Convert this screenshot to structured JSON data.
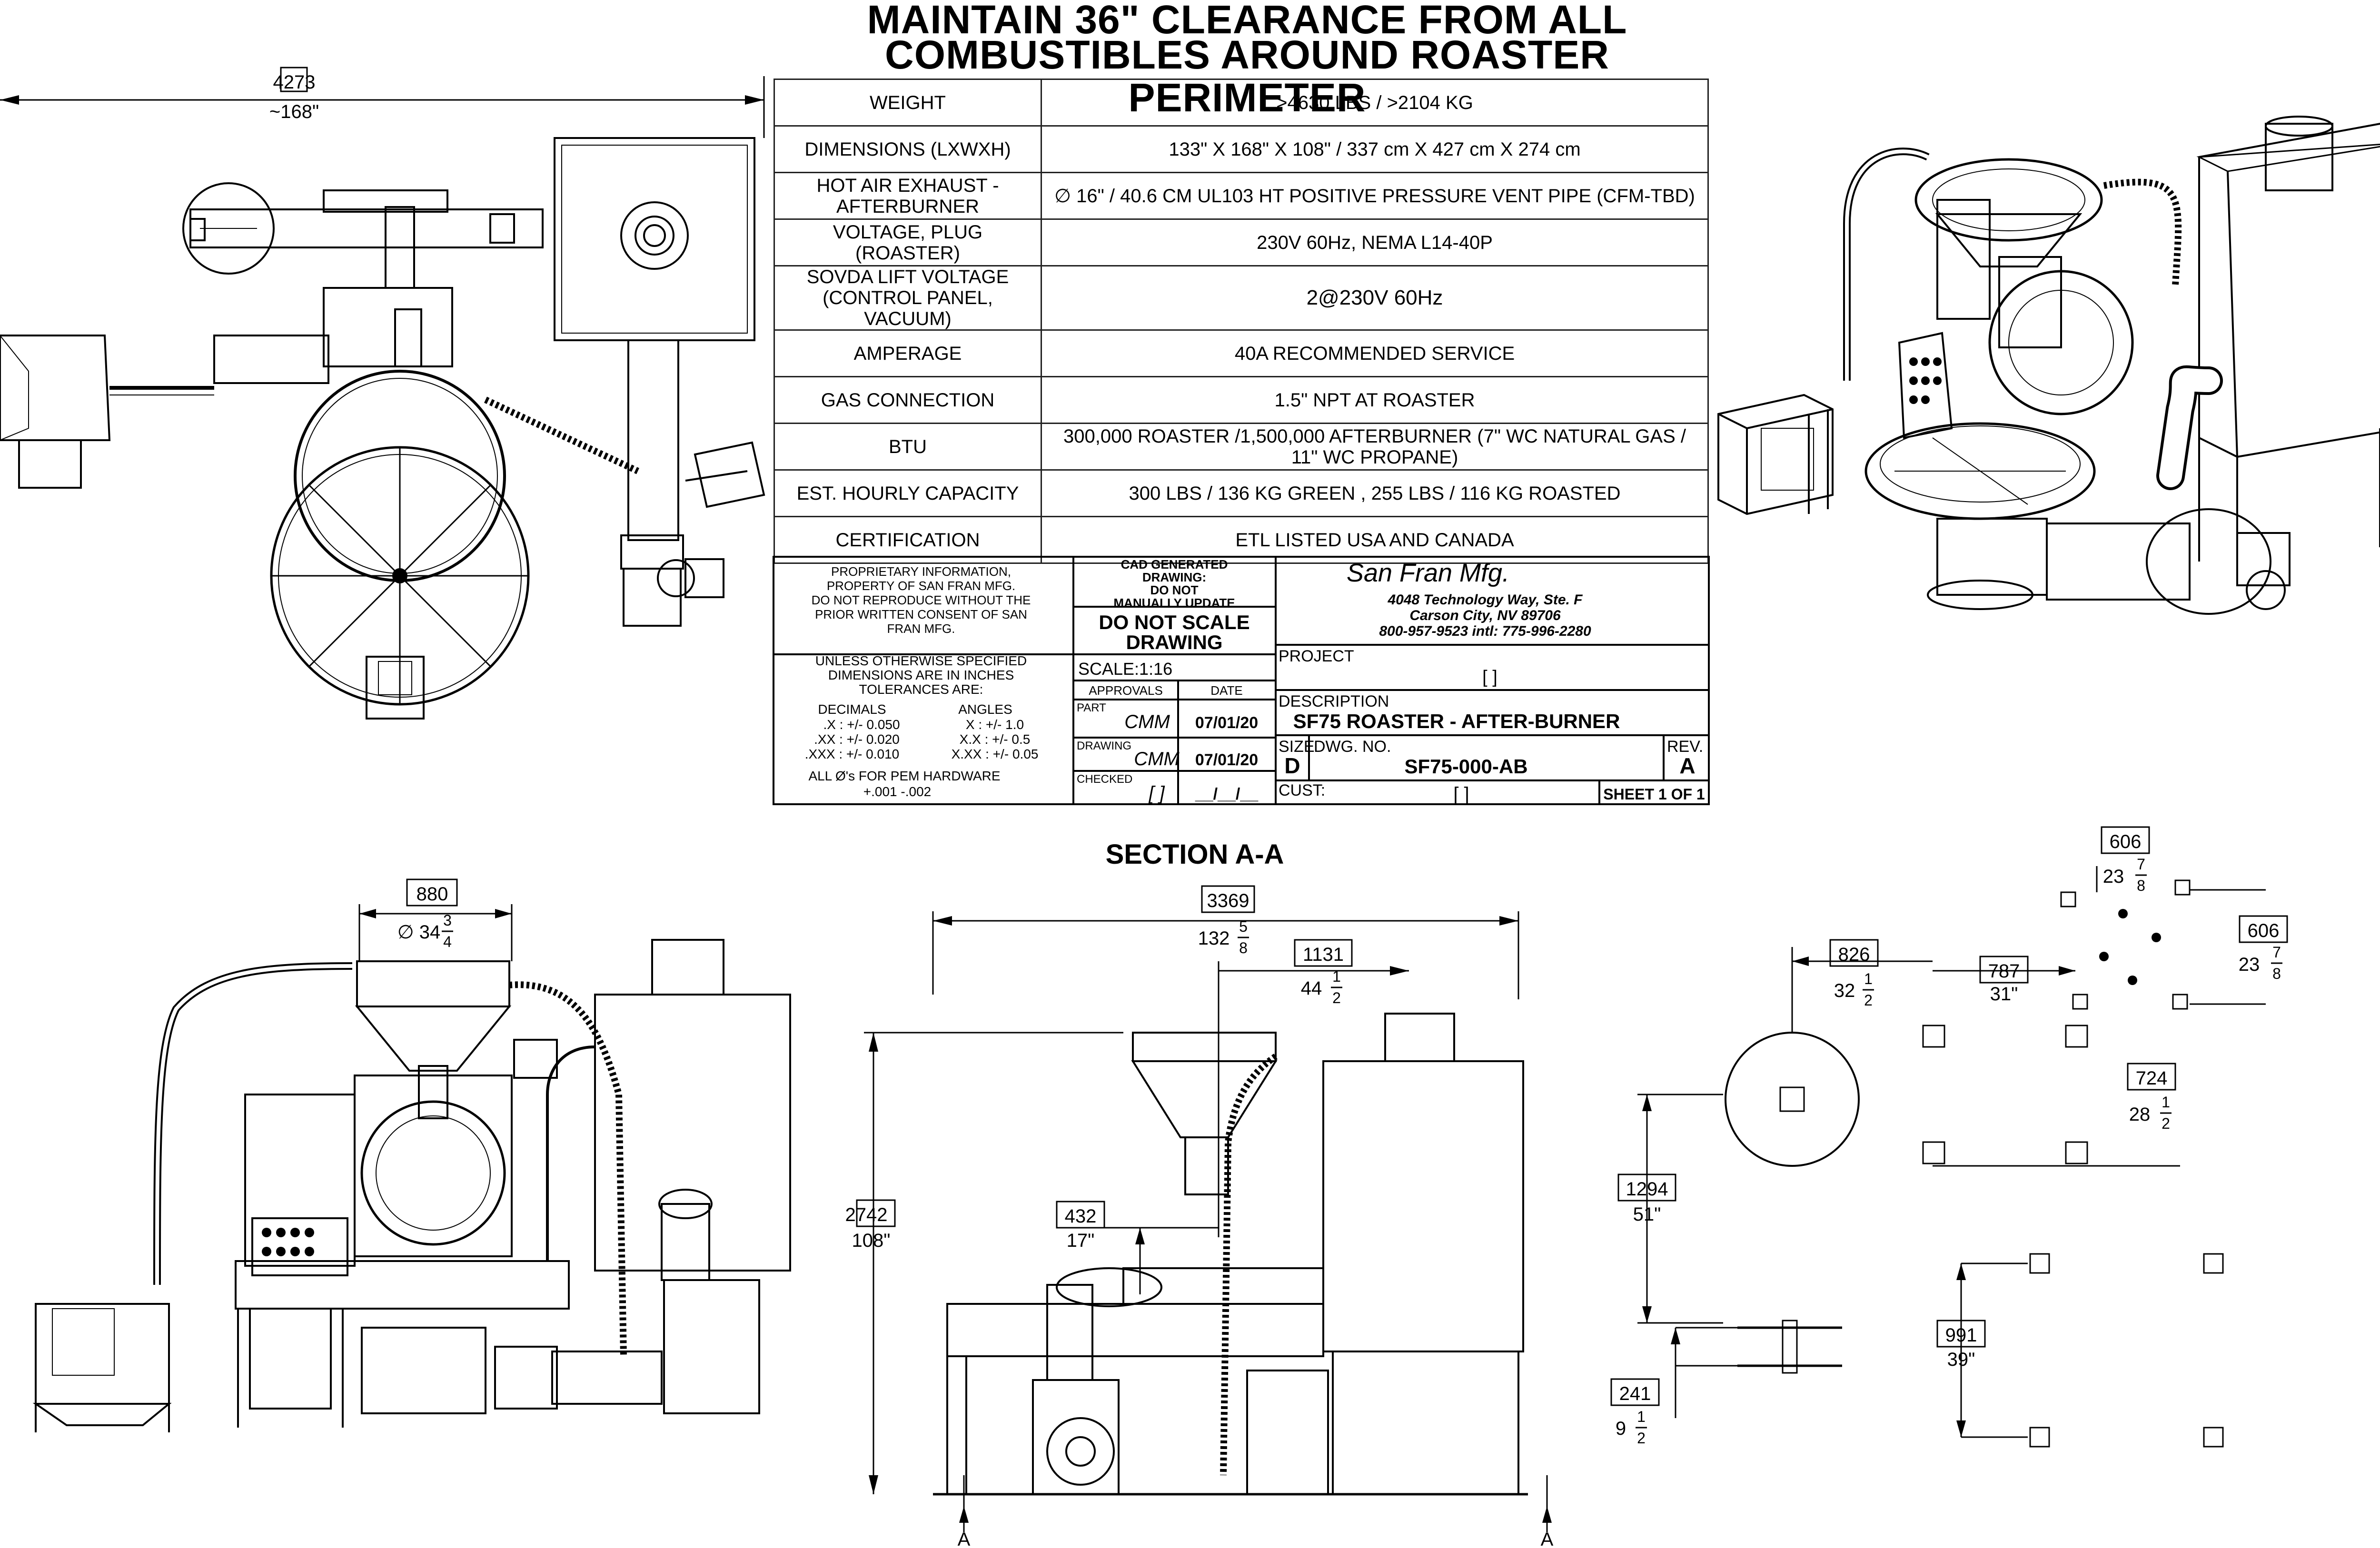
{
  "heading": {
    "line1": "MAINTAIN 36\" CLEARANCE FROM ALL",
    "line2": "COMBUSTIBLES AROUND ROASTER PERIMETER"
  },
  "specs": [
    {
      "label": "WEIGHT",
      "value": ">4630 LBS / >2104 KG"
    },
    {
      "label": "DIMENSIONS (LXWXH)",
      "value": "133\" X 168\" X 108\" / 337 cm X 427 cm X 274 cm"
    },
    {
      "label": "HOT AIR EXHAUST - AFTERBURNER",
      "value": "∅ 16\" / 40.6 CM UL103 HT POSITIVE PRESSURE VENT PIPE (CFM-TBD)"
    },
    {
      "label": "VOLTAGE, PLUG (ROASTER)",
      "value": "230V 60Hz, NEMA L14-40P"
    },
    {
      "label": "SOVDA LIFT VOLTAGE (CONTROL PANEL, VACUUM)",
      "value": "2@230V 60Hz"
    },
    {
      "label": "AMPERAGE",
      "value": "40A RECOMMENDED SERVICE"
    },
    {
      "label": "GAS CONNECTION",
      "value": "1.5\" NPT AT ROASTER"
    },
    {
      "label": "BTU",
      "value": "300,000 ROASTER /1,500,000 AFTERBURNER (7\" WC NATURAL GAS / 11\" WC PROPANE)"
    },
    {
      "label": "EST. HOURLY CAPACITY",
      "value": "300 LBS / 136 KG GREEN , 255 LBS / 116 KG ROASTED"
    },
    {
      "label": "CERTIFICATION",
      "value": "ETL LISTED USA AND CANADA"
    }
  ],
  "title_block": {
    "proprietary_lines": [
      "PROPRIETARY INFORMATION,",
      "PROPERTY OF SAN FRAN MFG.",
      "DO NOT REPRODUCE WITHOUT THE",
      "PRIOR WRITTEN CONSENT OF SAN",
      "FRAN MFG."
    ],
    "cad_lines": [
      "CAD GENERATED",
      "DRAWING:",
      "DO NOT",
      "MANUALLY UPDATE"
    ],
    "noscale_lines": [
      "DO NOT SCALE",
      "DRAWING"
    ],
    "company": "San Fran Mfg.",
    "address_lines": [
      "4048 Technology Way, Ste. F",
      "Carson City, NV 89706",
      "800-957-9523  intl: 775-996-2280"
    ],
    "tol_lines": [
      "UNLESS  OTHERWISE  SPECIFIED",
      "DIMENSIONS ARE IN INCHES",
      "TOLERANCES ARE:"
    ],
    "decimals_label": "DECIMALS",
    "angles_label": "ANGLES",
    "tol_rows": [
      {
        "dec": ".X : +/- 0.050",
        "ang": "X : +/- 1.0"
      },
      {
        "dec": ".XX : +/- 0.020",
        "ang": "X.X : +/- 0.5"
      },
      {
        "dec": ".XXX : +/- 0.010",
        "ang": "X.XX : +/- 0.05"
      }
    ],
    "pem_line1": "ALL Ø's FOR PEM HARDWARE",
    "pem_line2": "+.001 -.002",
    "scale": "SCALE:1:16",
    "approvals_label": "APPROVALS",
    "date_label": "DATE",
    "part_label": "PART",
    "part_initials": "CMM",
    "part_date": "07/01/20",
    "drawing_label": "DRAWING",
    "drawing_initials": "CMM",
    "drawing_date": "07/01/20",
    "checked_label": "CHECKED",
    "checked_initials": "[ ]",
    "checked_date": "__/__/__",
    "project_label": "PROJECT",
    "project_value": "[ ]",
    "description_label": "DESCRIPTION",
    "description_value": "SF75 ROASTER - AFTER-BURNER",
    "size_label": "SIZE",
    "size_value": "D",
    "dwg_no_label": "DWG.  NO.",
    "dwg_no_value": "SF75-000-AB",
    "rev_label": "REV.",
    "rev_value": "A",
    "cust_label": "CUST:",
    "cust_value": "[ ]",
    "sheet": "SHEET 1 OF 1"
  },
  "section_title": "SECTION A-A",
  "section_marker": "A",
  "dimensions": {
    "top_width_mm": "4273",
    "top_width_in": "~168\"",
    "hopper_mm": "880",
    "hopper_in": "∅ 34",
    "hopper_frac": {
      "n": "3",
      "d": "4"
    },
    "section_width_mm": "3369",
    "section_width_in": "132",
    "section_width_frac": {
      "n": "5",
      "d": "8"
    },
    "section_inner_mm": "1131",
    "section_inner_in": "44",
    "section_inner_frac": {
      "n": "1",
      "d": "2"
    },
    "height_mm": "2742",
    "height_in": "108\"",
    "mid_height_mm": "432",
    "mid_height_in": "17\"",
    "fp_circle_mm": "826",
    "fp_circle_in": "32",
    "fp_circle_frac": {
      "n": "1",
      "d": "2"
    },
    "fp_feet_mm": "787",
    "fp_feet_in": "31\"",
    "fp_top_mm": "606",
    "fp_top_in": "23",
    "fp_top_frac": {
      "n": "7",
      "d": "8"
    },
    "fp_side_mm": "606",
    "fp_side_in": "23",
    "fp_side_frac": {
      "n": "7",
      "d": "8"
    },
    "fp_feet2_mm": "724",
    "fp_feet2_in": "28",
    "fp_feet2_frac": {
      "n": "1",
      "d": "2"
    },
    "fp_vert_mm": "1294",
    "fp_vert_in": "51\"",
    "fp_bottom_mm": "991",
    "fp_bottom_in": "39\"",
    "fp_rail_mm": "241",
    "fp_rail_in": "9",
    "fp_rail_frac": {
      "n": "1",
      "d": "2"
    }
  }
}
